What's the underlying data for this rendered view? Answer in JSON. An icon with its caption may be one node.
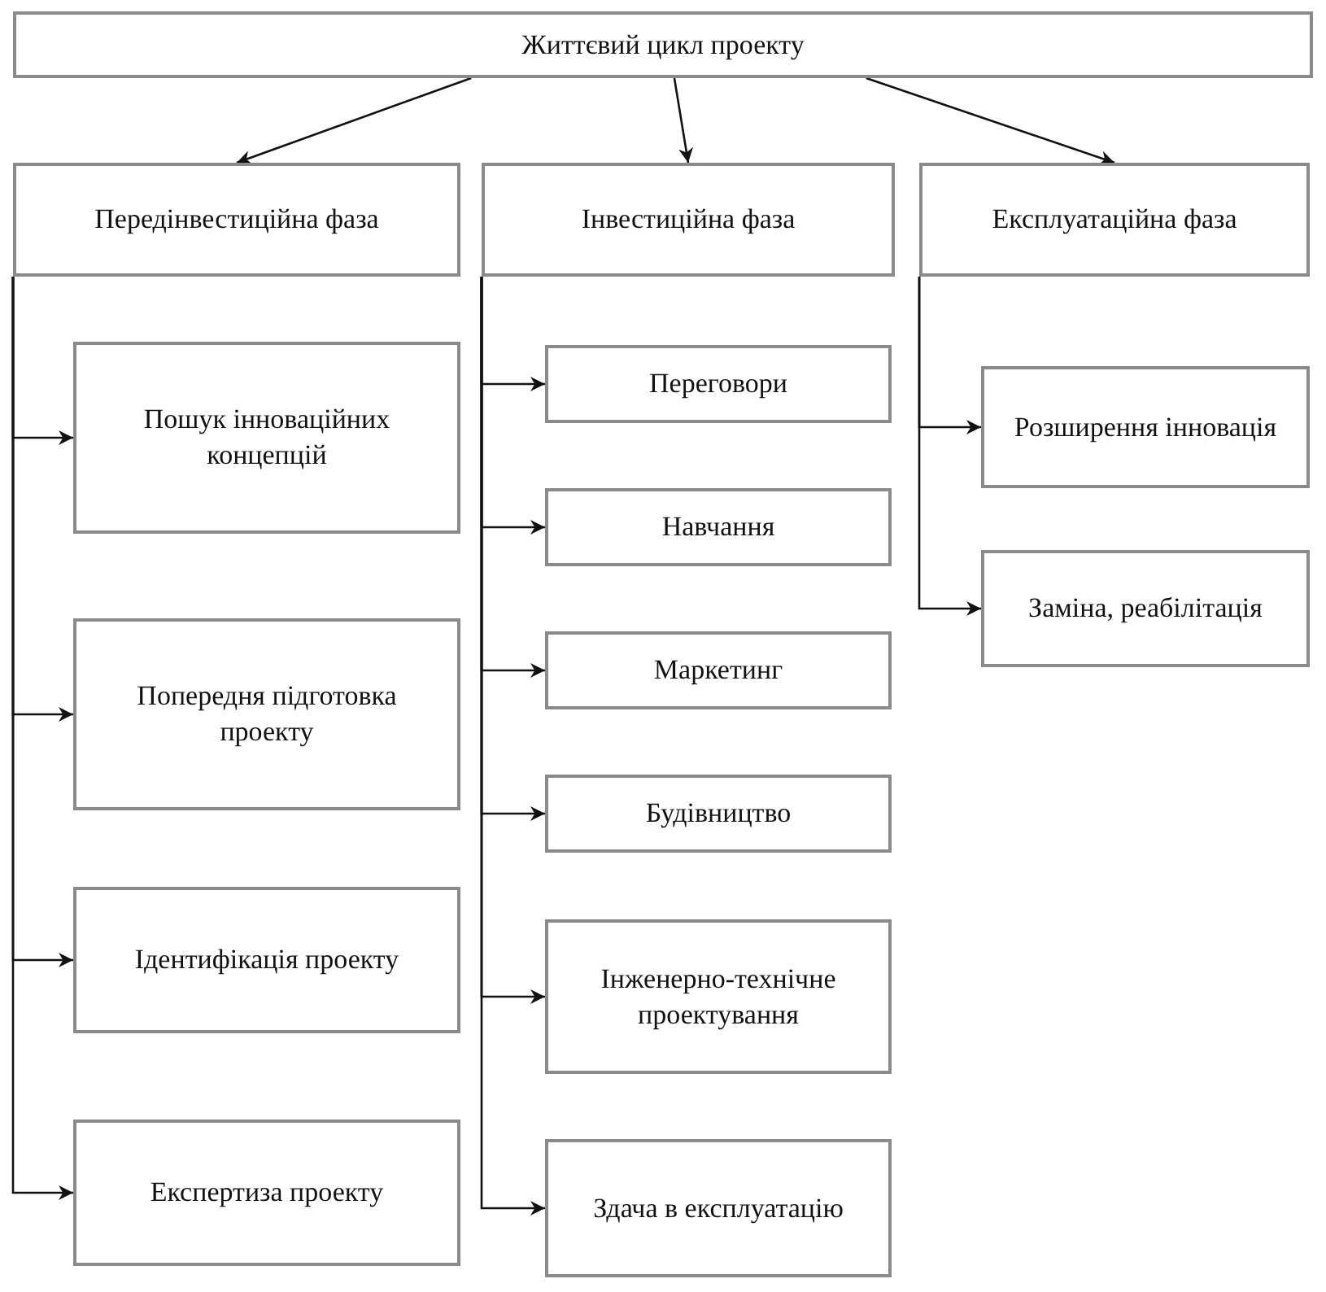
{
  "diagram": {
    "nodes": [
      {
        "text": [
          "Життєвий цикл проекту"
        ]
      },
      {
        "text": [
          "Передінвестиційна фаза"
        ]
      },
      {
        "text": [
          "Інвестиційна фаза"
        ]
      },
      {
        "text": [
          "Експлуатаційна фаза"
        ]
      },
      {
        "text": [
          "Пошук інноваційних концепцій"
        ]
      },
      {
        "text": [
          "Попередня підготовка проекту"
        ]
      },
      {
        "text": [
          "Ідентифікація проекту"
        ]
      },
      {
        "text": [
          "Експертиза проекту"
        ]
      },
      {
        "text": [
          "Переговори"
        ]
      },
      {
        "text": [
          "Навчання"
        ]
      },
      {
        "text": [
          "Маркетинг"
        ]
      },
      {
        "text": [
          "Будівництво"
        ]
      },
      {
        "text": [
          "Інженерно-технічне проектування"
        ]
      },
      {
        "text": [
          "Здача в експлуатацію"
        ]
      },
      {
        "text": [
          "Розширення інновація"
        ]
      },
      {
        "text": [
          "Заміна, реабілітація"
        ]
      }
    ],
    "edges": [
      {
        "from": 0,
        "to": 1,
        "arrow": "to"
      },
      {
        "from": 0,
        "to": 2,
        "arrow": "to"
      },
      {
        "from": 0,
        "to": 3,
        "arrow": "to"
      },
      {
        "from": 1,
        "to": 4,
        "arrow": "to"
      },
      {
        "from": 1,
        "to": 5,
        "arrow": "to"
      },
      {
        "from": 1,
        "to": 6,
        "arrow": "to"
      },
      {
        "from": 1,
        "to": 7,
        "arrow": "to"
      },
      {
        "from": 2,
        "to": 8,
        "arrow": "to"
      },
      {
        "from": 2,
        "to": 9,
        "arrow": "to"
      },
      {
        "from": 2,
        "to": 10,
        "arrow": "to"
      },
      {
        "from": 2,
        "to": 11,
        "arrow": "to"
      },
      {
        "from": 2,
        "to": 12,
        "arrow": "to"
      },
      {
        "from": 2,
        "to": 13,
        "arrow": "to"
      },
      {
        "from": 3,
        "to": 14,
        "arrow": "to"
      },
      {
        "from": 3,
        "to": 15,
        "arrow": "to"
      }
    ]
  }
}
